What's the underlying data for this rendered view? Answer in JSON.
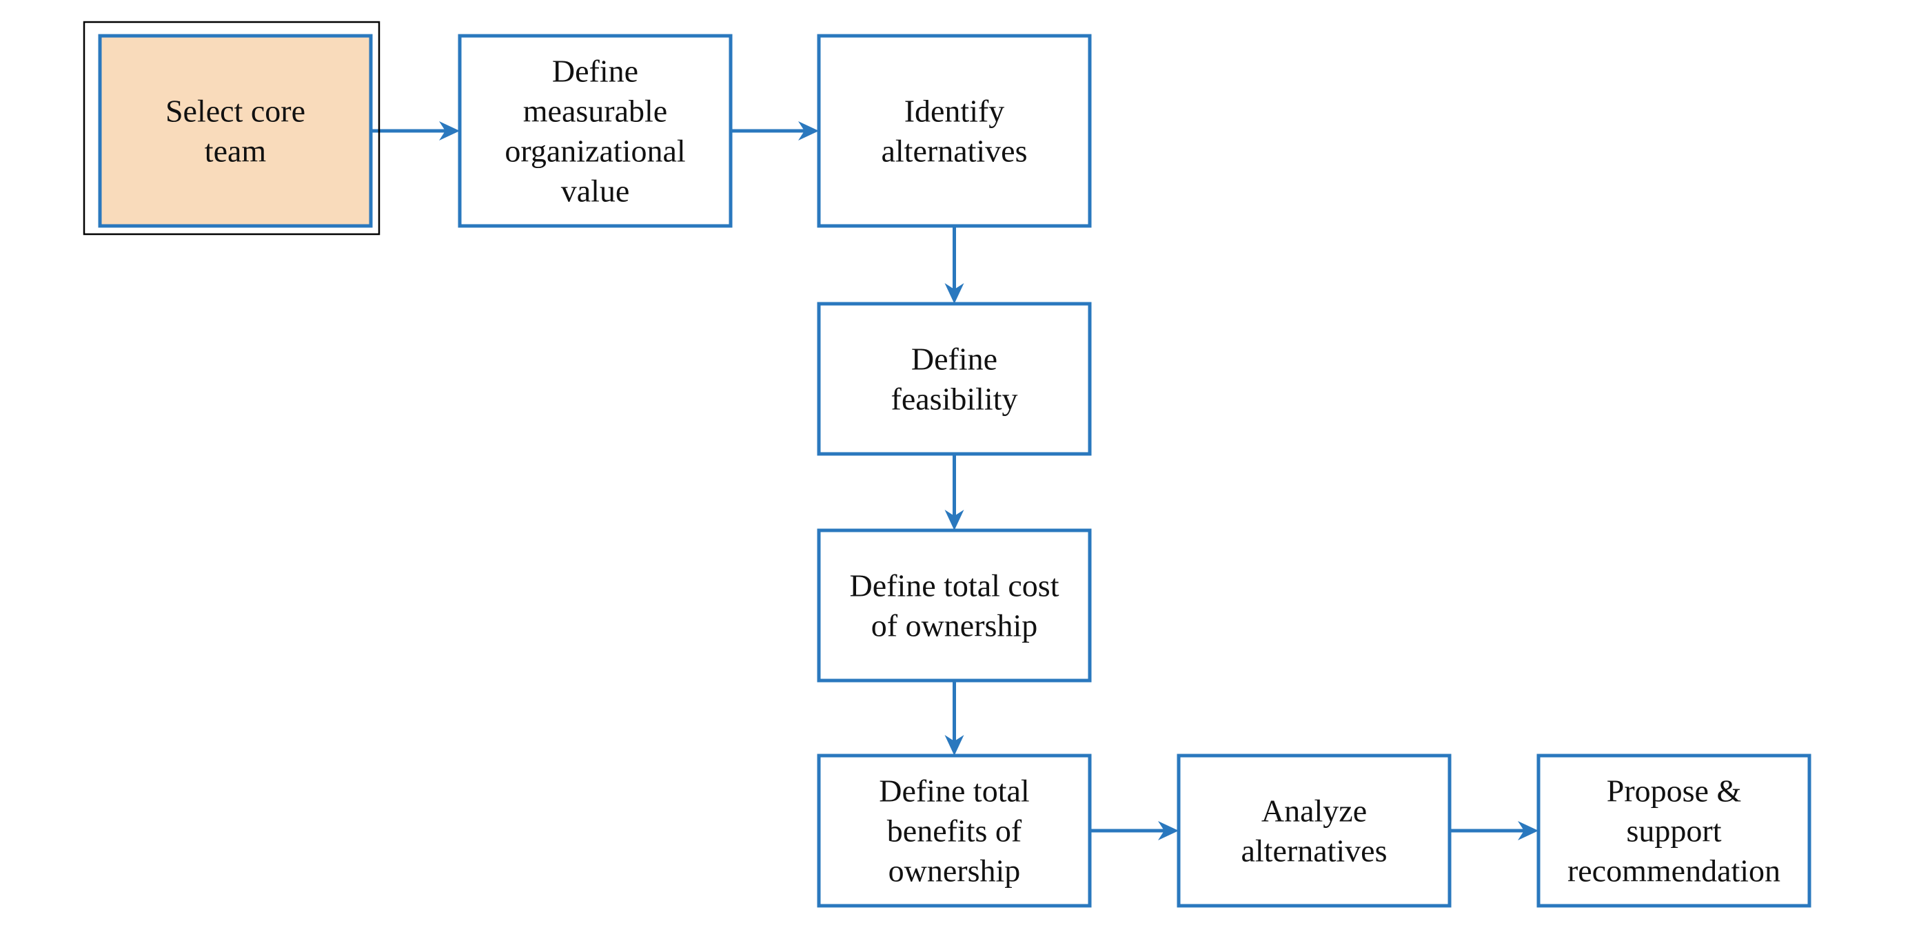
{
  "colors": {
    "box_border": "#2a78be",
    "arrow": "#2a78be",
    "highlight_fill": "#f9dbbb",
    "outer_frame": "#000000",
    "text": "#111111"
  },
  "steps": [
    {
      "id": "select-core-team",
      "lines": [
        "Select core",
        "team"
      ],
      "highlighted": true
    },
    {
      "id": "define-measurable-organizational-value",
      "lines": [
        "Define",
        "measurable",
        "organizational",
        "value"
      ]
    },
    {
      "id": "identify-alternatives",
      "lines": [
        "Identify",
        "alternatives"
      ]
    },
    {
      "id": "define-feasibility",
      "lines": [
        "Define",
        "feasibility"
      ]
    },
    {
      "id": "define-total-cost-of-ownership",
      "lines": [
        "Define total cost",
        "of ownership"
      ]
    },
    {
      "id": "define-total-benefits-of-ownership",
      "lines": [
        "Define total",
        "benefits of",
        "ownership"
      ]
    },
    {
      "id": "analyze-alternatives",
      "lines": [
        "Analyze",
        "alternatives"
      ]
    },
    {
      "id": "propose-support-recommendation",
      "lines": [
        "Propose &",
        "support",
        "recommendation"
      ]
    }
  ],
  "connections": [
    {
      "from": "select-core-team",
      "to": "define-measurable-organizational-value"
    },
    {
      "from": "define-measurable-organizational-value",
      "to": "identify-alternatives"
    },
    {
      "from": "identify-alternatives",
      "to": "define-feasibility"
    },
    {
      "from": "define-feasibility",
      "to": "define-total-cost-of-ownership"
    },
    {
      "from": "define-total-cost-of-ownership",
      "to": "define-total-benefits-of-ownership"
    },
    {
      "from": "define-total-benefits-of-ownership",
      "to": "analyze-alternatives"
    },
    {
      "from": "analyze-alternatives",
      "to": "propose-support-recommendation"
    }
  ]
}
